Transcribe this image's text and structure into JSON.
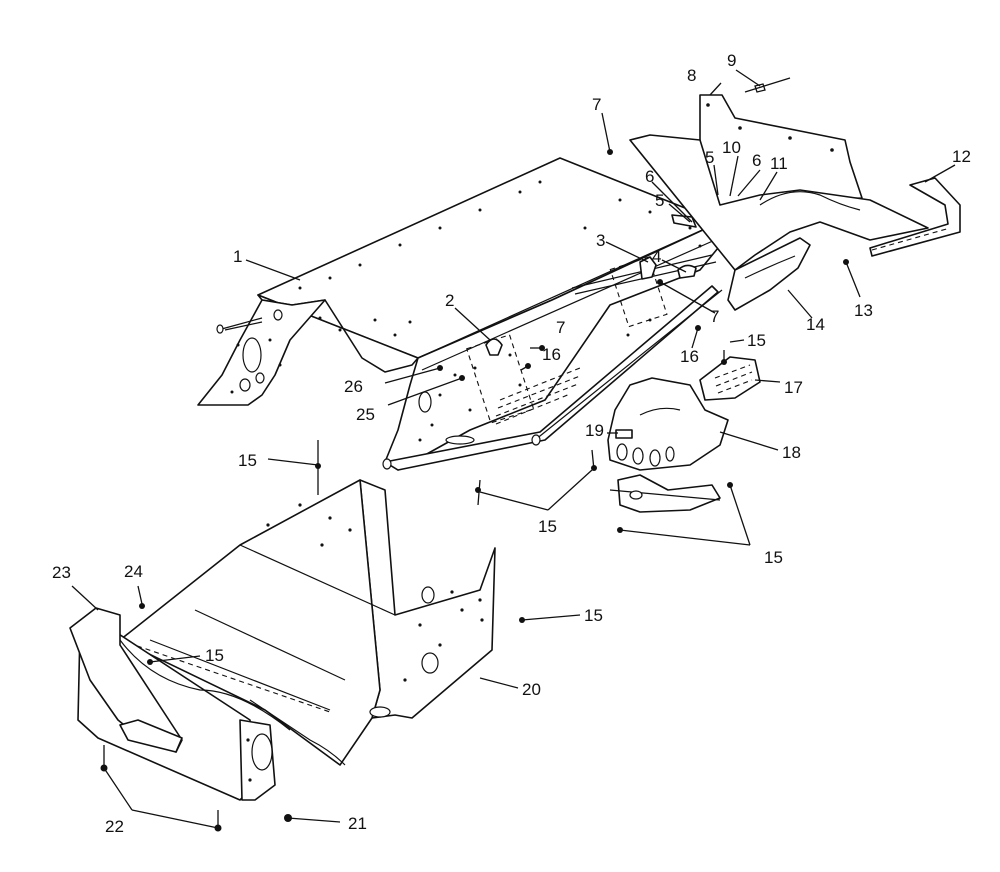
{
  "callouts": [
    {
      "id": "c1",
      "text": "1"
    },
    {
      "id": "c2",
      "text": "2"
    },
    {
      "id": "c3",
      "text": "3"
    },
    {
      "id": "c4",
      "text": "4"
    },
    {
      "id": "c5a",
      "text": "5"
    },
    {
      "id": "c5b",
      "text": "5"
    },
    {
      "id": "c6a",
      "text": "6"
    },
    {
      "id": "c6b",
      "text": "6"
    },
    {
      "id": "c7a",
      "text": "7"
    },
    {
      "id": "c7b",
      "text": "7"
    },
    {
      "id": "c7c",
      "text": "7"
    },
    {
      "id": "c8",
      "text": "8"
    },
    {
      "id": "c9",
      "text": "9"
    },
    {
      "id": "c10",
      "text": "10"
    },
    {
      "id": "c11",
      "text": "11"
    },
    {
      "id": "c12",
      "text": "12"
    },
    {
      "id": "c13",
      "text": "13"
    },
    {
      "id": "c14",
      "text": "14"
    },
    {
      "id": "c15a",
      "text": "15"
    },
    {
      "id": "c15b",
      "text": "15"
    },
    {
      "id": "c15c",
      "text": "15"
    },
    {
      "id": "c15d",
      "text": "15"
    },
    {
      "id": "c15e",
      "text": "15"
    },
    {
      "id": "c15f",
      "text": "15"
    },
    {
      "id": "c16a",
      "text": "16"
    },
    {
      "id": "c16b",
      "text": "16"
    },
    {
      "id": "c17",
      "text": "17"
    },
    {
      "id": "c18",
      "text": "18"
    },
    {
      "id": "c19",
      "text": "19"
    },
    {
      "id": "c20",
      "text": "20"
    },
    {
      "id": "c21",
      "text": "21"
    },
    {
      "id": "c22",
      "text": "22"
    },
    {
      "id": "c23",
      "text": "23"
    },
    {
      "id": "c24",
      "text": "24"
    },
    {
      "id": "c25",
      "text": "25"
    },
    {
      "id": "c26",
      "text": "26"
    }
  ]
}
